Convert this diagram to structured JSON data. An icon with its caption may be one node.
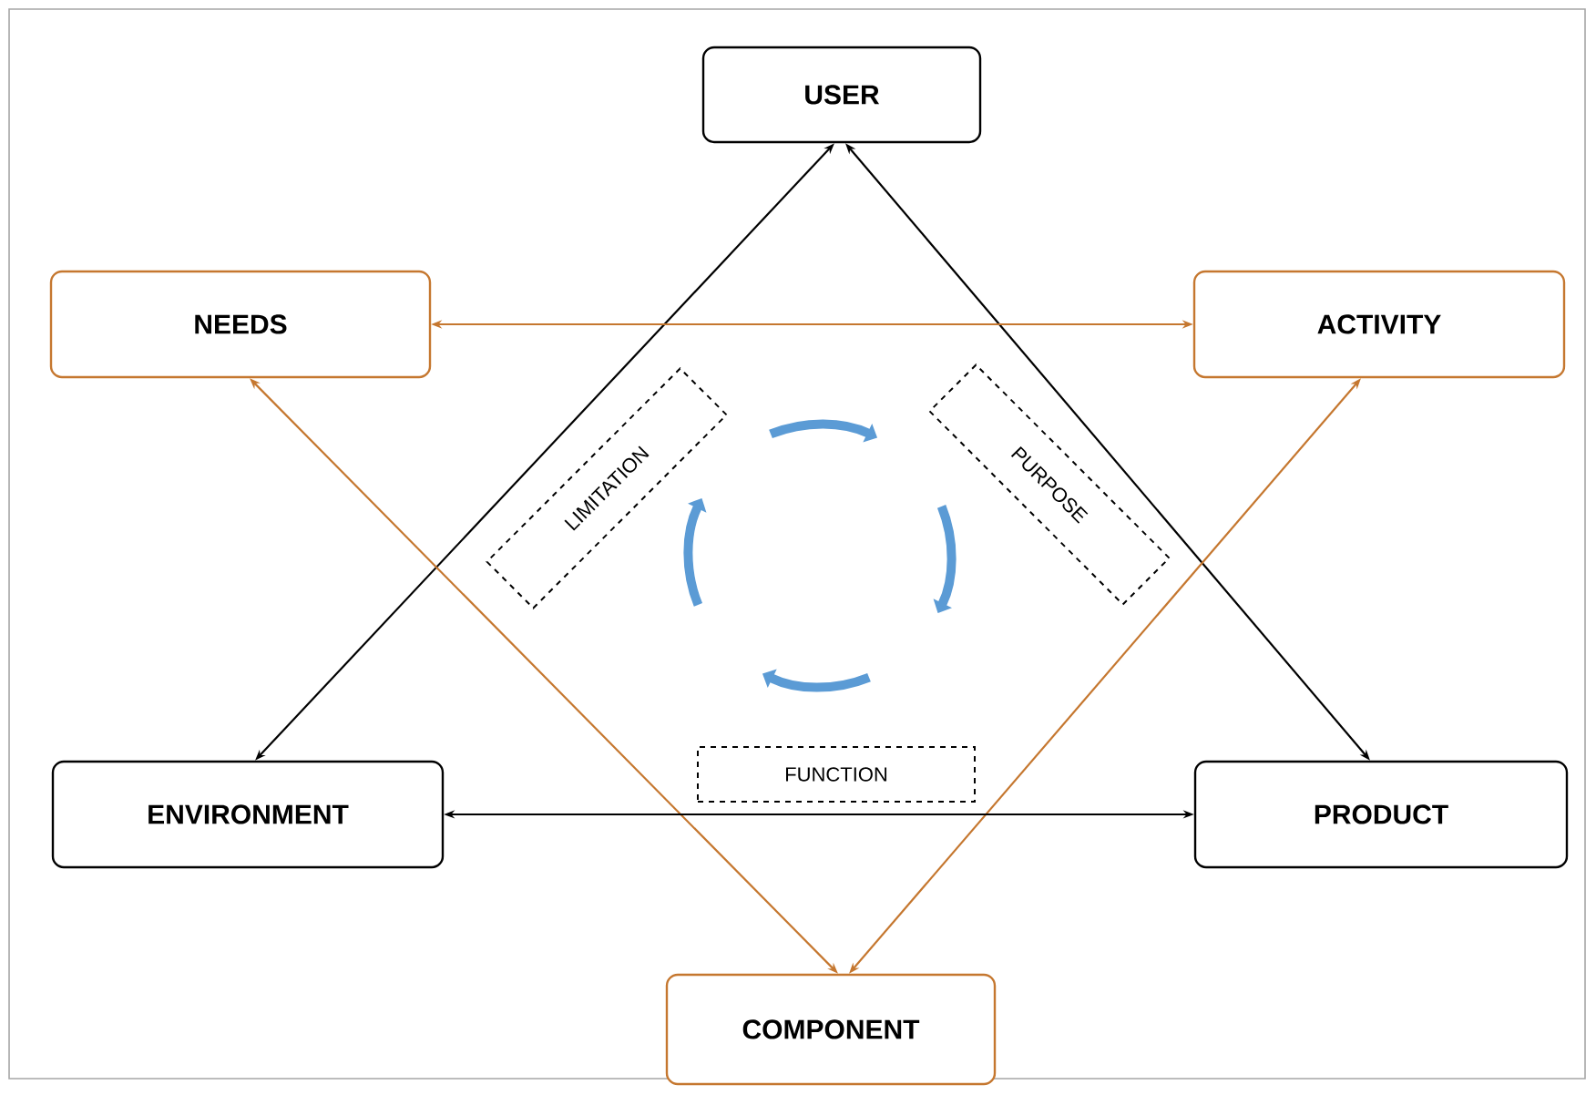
{
  "diagram": {
    "nodes": [
      {
        "text": [
          "USER"
        ]
      },
      {
        "text": [
          "NEEDS"
        ]
      },
      {
        "text": [
          "ACTIVITY"
        ]
      },
      {
        "text": [
          "LIMITATION"
        ]
      },
      {
        "text": [
          "PURPOSE"
        ]
      },
      {
        "text": [
          "FUNCTION"
        ]
      },
      {
        "text": [
          "ENVIRONMENT"
        ]
      },
      {
        "text": [
          "PRODUCT"
        ]
      },
      {
        "text": [
          "COMPONENT"
        ]
      }
    ],
    "edges": [
      {
        "from": 0,
        "to": 6,
        "arrow": "both"
      },
      {
        "from": 0,
        "to": 7,
        "arrow": "both"
      },
      {
        "from": 1,
        "to": 2,
        "arrow": "both",
        "color": "#c5772f"
      },
      {
        "from": 1,
        "to": 8,
        "arrow": "both",
        "color": "#c5772f"
      },
      {
        "from": 2,
        "to": 8,
        "arrow": "both",
        "color": "#c5772f"
      },
      {
        "from": 6,
        "to": 7,
        "arrow": "both"
      }
    ]
  }
}
